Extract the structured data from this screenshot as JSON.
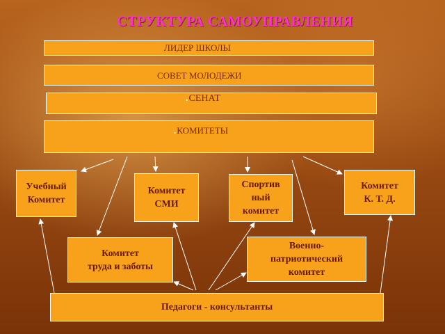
{
  "title": "СТРУКТУРА САМОУПРАВЛЕНИЯ",
  "levels": {
    "leader": "ЛИДЕР ШКОЛЫ",
    "youth_council": "СОВЕТ МОЛОДЕЖИ",
    "senate": "СЕНАТ",
    "committees": "КОМИТЕТЫ"
  },
  "committees": {
    "academic": "Учебный\nКомитет",
    "media": "Комитет\nСМИ",
    "sports": "Спортив\nный\nкомитет",
    "ktd": "Комитет\nК. Т. Д.",
    "labor": "Комитет\nтруда и заботы",
    "military": "Военно-\nпатриотический\nкомитет"
  },
  "consultants": "Педагоги - консультанты",
  "colors": {
    "box_fill": "#f7a21a",
    "title": "#ff2fd6",
    "text": "#6a1a00",
    "lines": "#ffffff"
  }
}
